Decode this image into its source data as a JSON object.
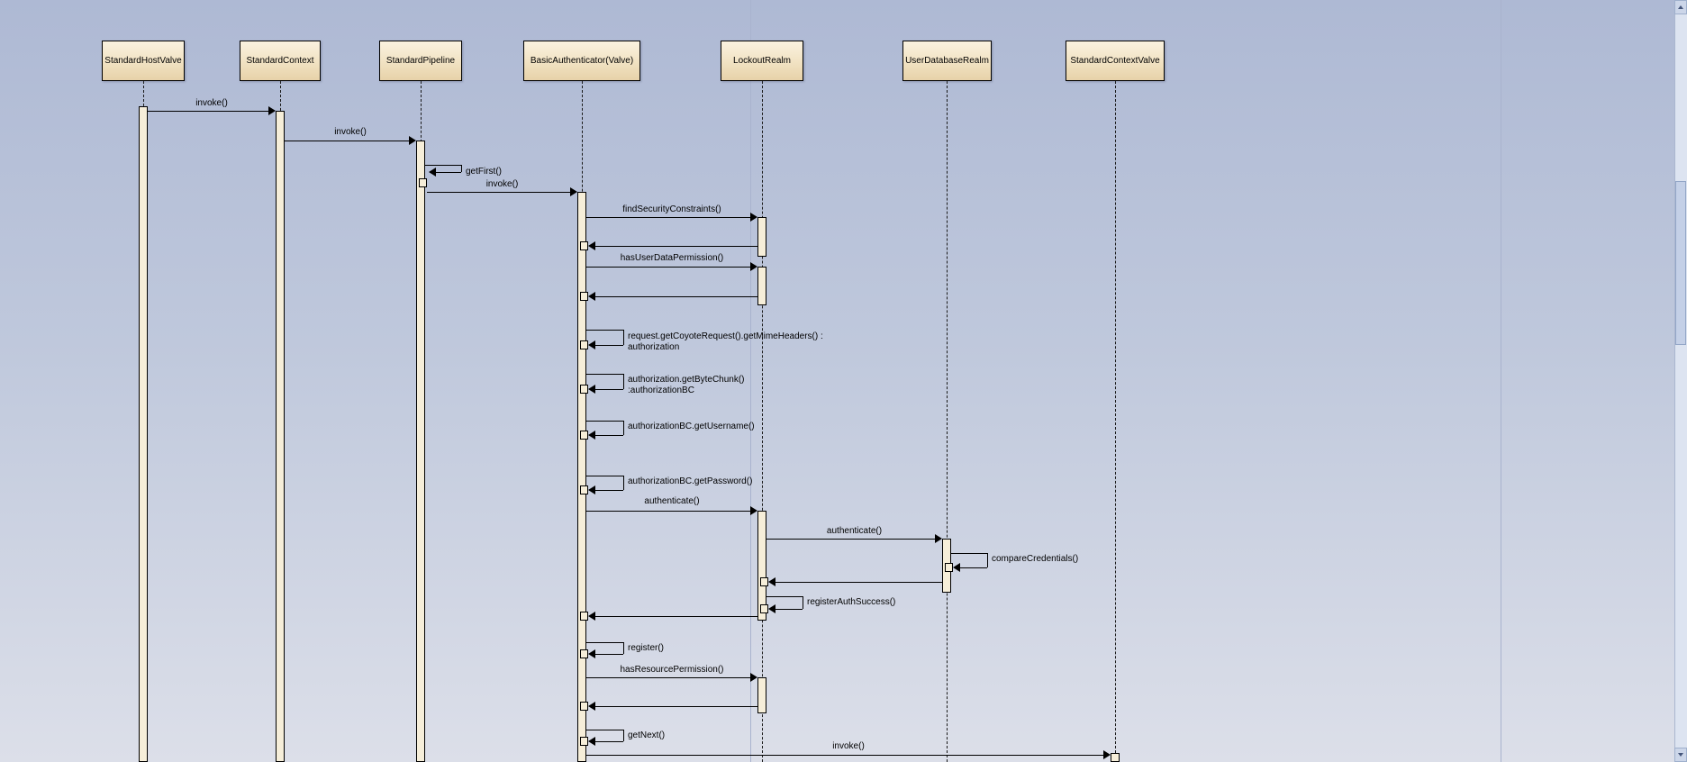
{
  "diagram": {
    "type": "uml-sequence",
    "participants": [
      {
        "name": "StandardHostValve"
      },
      {
        "name": "StandardContext"
      },
      {
        "name": "StandardPipeline"
      },
      {
        "name": "BasicAuthenticator(Valve)"
      },
      {
        "name": "LockoutRealm"
      },
      {
        "name": "UserDatabaseRealm"
      },
      {
        "name": "StandardContextValve"
      }
    ],
    "messages": [
      {
        "type": "call",
        "label": "invoke()",
        "from": "StandardHostValve",
        "to": "StandardContext"
      },
      {
        "type": "call",
        "label": "invoke()",
        "from": "StandardContext",
        "to": "StandardPipeline"
      },
      {
        "type": "self",
        "label": "getFirst()",
        "from": "StandardPipeline",
        "to": "StandardPipeline"
      },
      {
        "type": "call",
        "label": "invoke()",
        "from": "StandardPipeline",
        "to": "BasicAuthenticator(Valve)"
      },
      {
        "type": "call",
        "label": "findSecurityConstraints()",
        "from": "BasicAuthenticator(Valve)",
        "to": "LockoutRealm"
      },
      {
        "type": "return",
        "label": "",
        "from": "LockoutRealm",
        "to": "BasicAuthenticator(Valve)"
      },
      {
        "type": "call",
        "label": "hasUserDataPermission()",
        "from": "BasicAuthenticator(Valve)",
        "to": "LockoutRealm"
      },
      {
        "type": "return",
        "label": "",
        "from": "LockoutRealm",
        "to": "BasicAuthenticator(Valve)"
      },
      {
        "type": "self",
        "label": "request.getCoyoteRequest().getMimeHeaders() :\nauthorization",
        "from": "BasicAuthenticator(Valve)",
        "to": "BasicAuthenticator(Valve)"
      },
      {
        "type": "self",
        "label": "authorization.getByteChunk()\n:authorizationBC",
        "from": "BasicAuthenticator(Valve)",
        "to": "BasicAuthenticator(Valve)"
      },
      {
        "type": "self",
        "label": "authorizationBC.getUsername()",
        "from": "BasicAuthenticator(Valve)",
        "to": "BasicAuthenticator(Valve)"
      },
      {
        "type": "self",
        "label": "authorizationBC.getPassword()",
        "from": "BasicAuthenticator(Valve)",
        "to": "BasicAuthenticator(Valve)"
      },
      {
        "type": "call",
        "label": "authenticate()",
        "from": "BasicAuthenticator(Valve)",
        "to": "LockoutRealm"
      },
      {
        "type": "call",
        "label": "authenticate()",
        "from": "LockoutRealm",
        "to": "UserDatabaseRealm"
      },
      {
        "type": "self",
        "label": "compareCredentials()",
        "from": "UserDatabaseRealm",
        "to": "UserDatabaseRealm"
      },
      {
        "type": "return",
        "label": "",
        "from": "UserDatabaseRealm",
        "to": "LockoutRealm"
      },
      {
        "type": "self",
        "label": "registerAuthSuccess()",
        "from": "LockoutRealm",
        "to": "LockoutRealm"
      },
      {
        "type": "return",
        "label": "",
        "from": "LockoutRealm",
        "to": "BasicAuthenticator(Valve)"
      },
      {
        "type": "self",
        "label": "register()",
        "from": "BasicAuthenticator(Valve)",
        "to": "BasicAuthenticator(Valve)"
      },
      {
        "type": "call",
        "label": "hasResourcePermission()",
        "from": "BasicAuthenticator(Valve)",
        "to": "LockoutRealm"
      },
      {
        "type": "return",
        "label": "",
        "from": "LockoutRealm",
        "to": "BasicAuthenticator(Valve)"
      },
      {
        "type": "self",
        "label": "getNext()",
        "from": "BasicAuthenticator(Valve)",
        "to": "BasicAuthenticator(Valve)"
      },
      {
        "type": "call",
        "label": "invoke()",
        "from": "BasicAuthenticator(Valve)",
        "to": "StandardContextValve"
      }
    ],
    "colors": {
      "background_top": "#aeb9d4",
      "background_bottom": "#dcdfe9",
      "box_fill_top": "#faf2e0",
      "box_fill_bottom": "#e7d2a9",
      "activation_fill": "#f6eed9",
      "line": "#000000",
      "page_break_line": "#a9b3ce",
      "scrollbar_track": "#dde4f1",
      "scrollbar_thumb": "#c4d0e7"
    }
  }
}
